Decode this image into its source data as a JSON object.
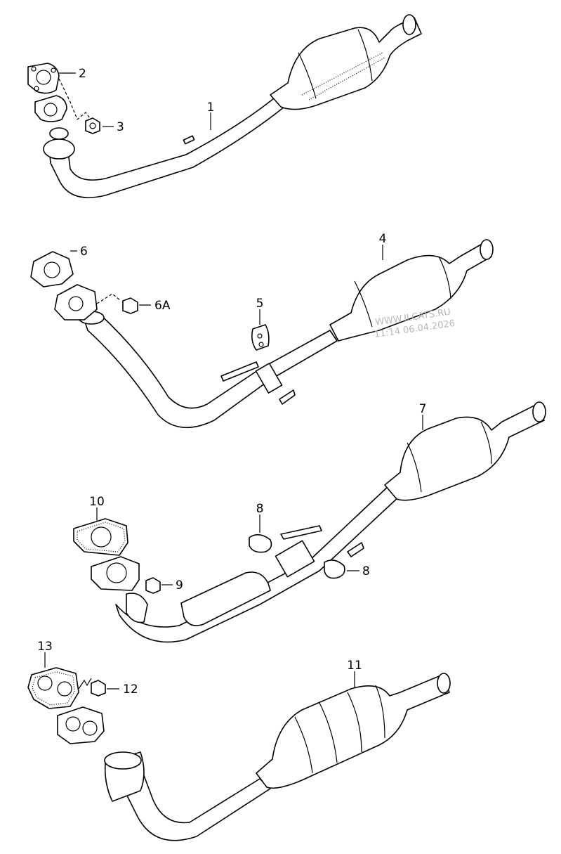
{
  "callouts": [
    {
      "label": "1"
    },
    {
      "label": "2"
    },
    {
      "label": "3"
    },
    {
      "label": "4"
    },
    {
      "label": "5"
    },
    {
      "label": "6"
    },
    {
      "label": "6A"
    },
    {
      "label": "7"
    },
    {
      "label": "8"
    },
    {
      "label": "8"
    },
    {
      "label": "9"
    },
    {
      "label": "10"
    },
    {
      "label": "11"
    },
    {
      "label": "12"
    },
    {
      "label": "13"
    }
  ],
  "watermark": {
    "line1": "WWW.ILCATS.RU",
    "line2": "11:14 06.04.2026"
  }
}
